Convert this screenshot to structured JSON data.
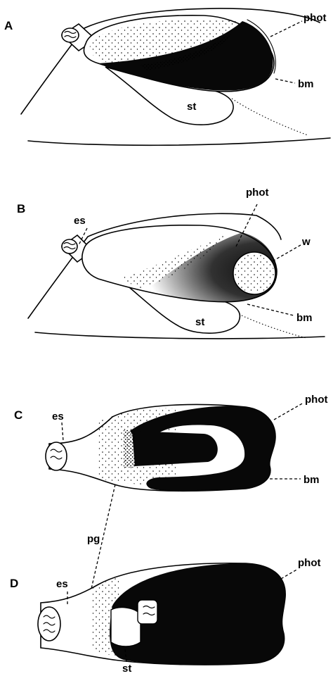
{
  "panels": {
    "A": {
      "letter": "A",
      "labels": {
        "phot": "phot",
        "bm": "bm",
        "st": "st"
      }
    },
    "B": {
      "letter": "B",
      "labels": {
        "es": "es",
        "phot": "phot",
        "w": "w",
        "bm": "bm",
        "st": "st"
      }
    },
    "C": {
      "letter": "C",
      "labels": {
        "es": "es",
        "phot": "phot",
        "bm": "bm"
      }
    },
    "D": {
      "letter": "D",
      "labels": {
        "es": "es",
        "phot": "phot",
        "pg": "pg",
        "st": "st"
      }
    }
  },
  "colors": {
    "ink": "#080808",
    "paper": "#ffffff"
  }
}
